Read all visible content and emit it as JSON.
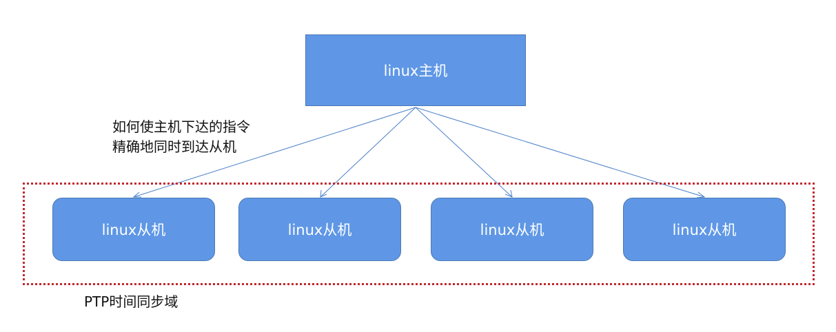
{
  "master": {
    "label": "linux主机"
  },
  "slaves": [
    {
      "label": "linux从机"
    },
    {
      "label": "linux从机"
    },
    {
      "label": "linux从机"
    },
    {
      "label": "linux从机"
    }
  ],
  "question": {
    "line1": "如何使主机下达的指令",
    "line2": "精确地同时到达从机"
  },
  "domain": {
    "label": "PTP时间同步域"
  },
  "colors": {
    "node_fill": "#5f97e6",
    "node_border": "#4a78b4",
    "connector": "#4a7fc8",
    "domain_border": "#c0282f"
  }
}
